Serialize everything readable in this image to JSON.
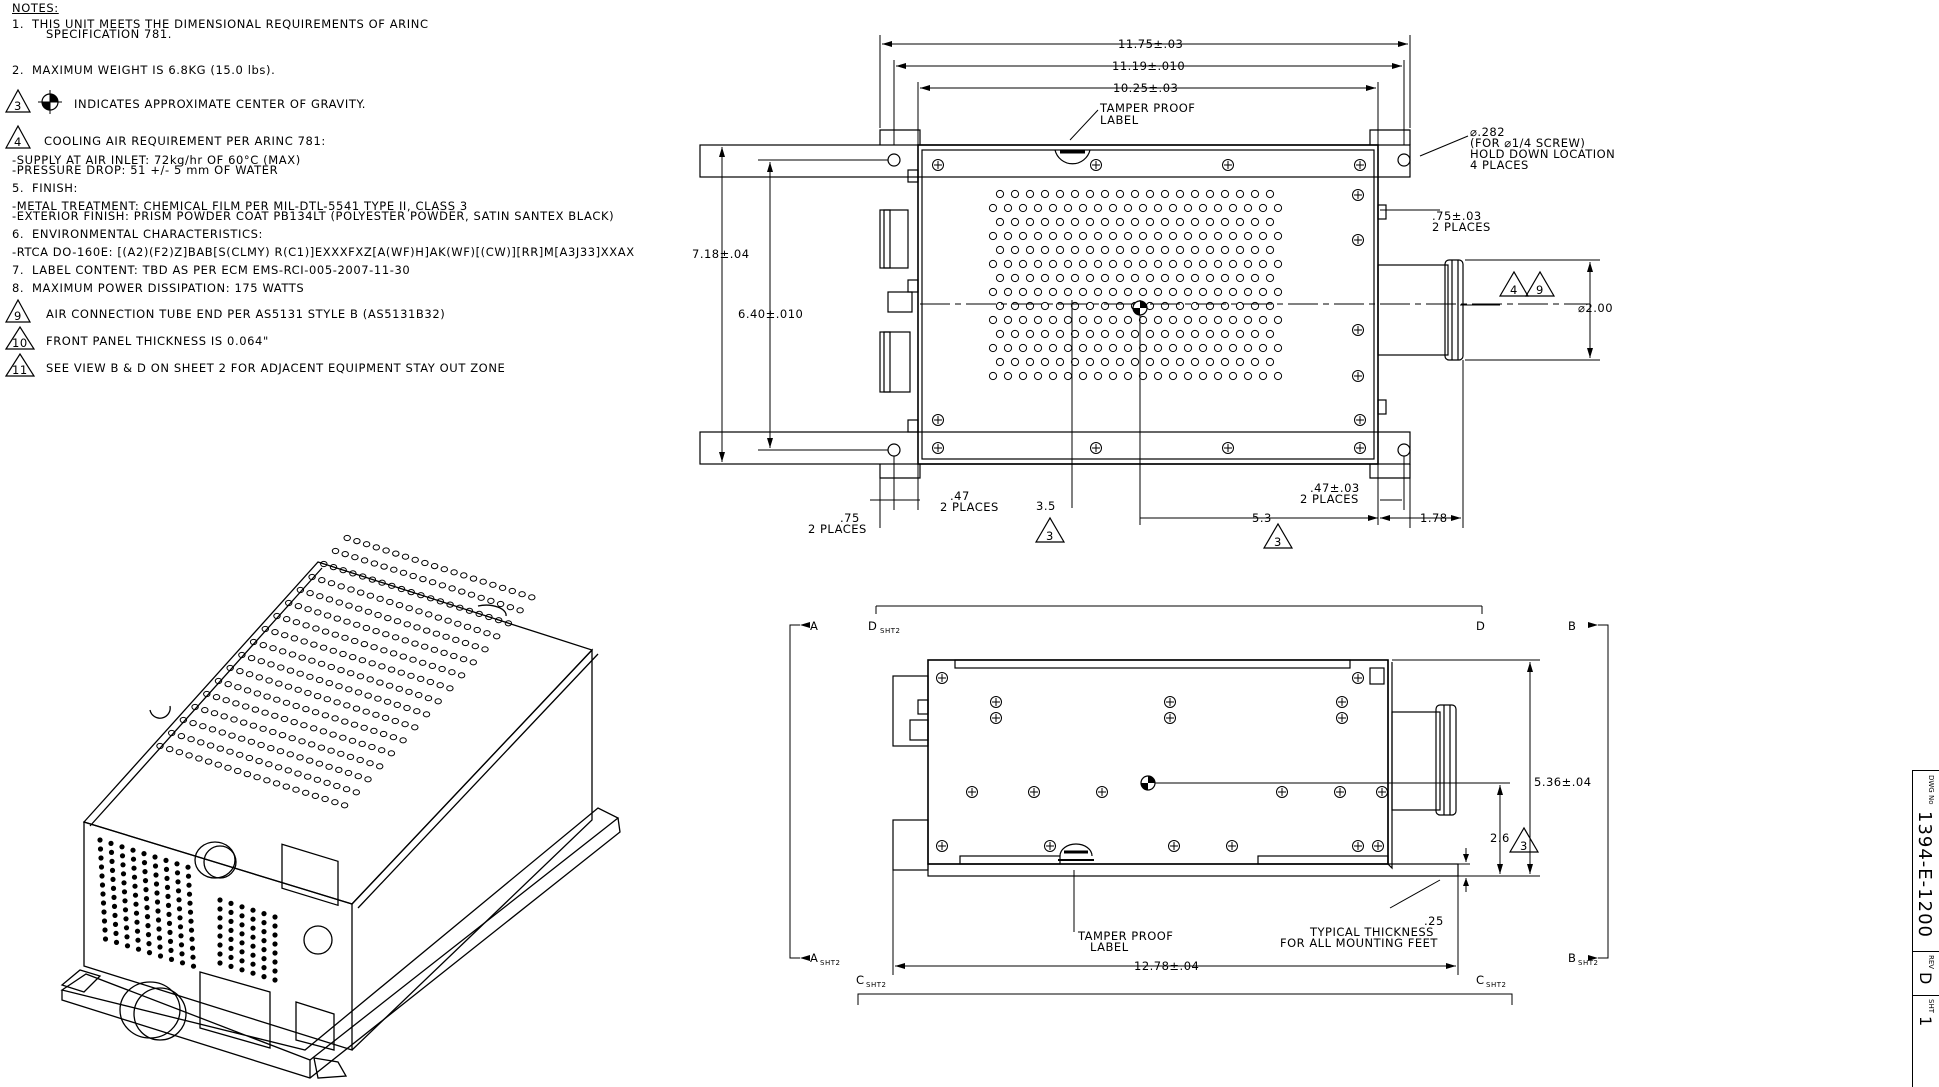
{
  "notes": {
    "heading": "NOTES:",
    "items": [
      {
        "n": "1.",
        "text": "THIS UNIT MEETS THE DIMENSIONAL REQUIREMENTS OF ARINC"
      },
      {
        "n": "",
        "text": "SPECIFICATION 781."
      },
      {
        "n": "2.",
        "text": "MAXIMUM WEIGHT IS 6.8KG (15.0 lbs)."
      },
      {
        "n": "3",
        "text": "INDICATES APPROXIMATE CENTER OF GRAVITY."
      },
      {
        "n": "4",
        "text": "COOLING AIR REQUIREMENT PER ARINC 781:"
      },
      {
        "n": "",
        "text": "-SUPPLY AT AIR INLET: 72kg/hr OF 60°C (MAX)"
      },
      {
        "n": "",
        "text": "-PRESSURE DROP: 51 +/- 5 mm OF WATER"
      },
      {
        "n": "5.",
        "text": "FINISH:"
      },
      {
        "n": "",
        "text": "-METAL TREATMENT: CHEMICAL FILM PER MIL-DTL-5541 TYPE II, CLASS 3"
      },
      {
        "n": "",
        "text": "-EXTERIOR FINISH: PRISM POWDER COAT PB134LT (POLYESTER POWDER, SATIN SANTEX BLACK)"
      },
      {
        "n": "6.",
        "text": "ENVIRONMENTAL CHARACTERISTICS:"
      },
      {
        "n": "",
        "text": "-RTCA DO-160E: [(A2)(F2)Z]BAB[S(CLMY) R(C1)]EXXXFXZ[A(WF)H]AK(WF)[(CW)][RR]M[A3J33]XXAX"
      },
      {
        "n": "7.",
        "text": "LABEL CONTENT: TBD AS PER ECM EMS-RCI-005-2007-11-30"
      },
      {
        "n": "8.",
        "text": "MAXIMUM POWER DISSIPATION: 175 WATTS"
      },
      {
        "n": "9",
        "text": "AIR CONNECTION TUBE END PER AS5131 STYLE B (AS5131B32)"
      },
      {
        "n": "10",
        "text": "FRONT PANEL THICKNESS IS 0.064\""
      },
      {
        "n": "11",
        "text": "SEE VIEW B & D ON SHEET 2 FOR ADJACENT EQUIPMENT STAY OUT ZONE"
      }
    ]
  },
  "top_view": {
    "dim_overall": "11.75±.03",
    "dim_flange": "11.19±.010",
    "dim_body": "10.25±.03",
    "tamper_label_1": "TAMPER PROOF",
    "tamper_label_2": "LABEL",
    "hole_1": "⌀.282",
    "hole_2": "(FOR ⌀1/4 SCREW)",
    "hole_3": "HOLD DOWN LOCATION",
    "hole_4": "4 PLACES",
    "dim_075_right": ".75±.03",
    "places_2a": "2 PLACES",
    "dim_height_outer": "7.18±.04",
    "dim_height_inner": "6.40±.010",
    "dim_tube_dia": "⌀2.00",
    "tri_4": "4",
    "tri_9": "9",
    "dim_047_left": ".47",
    "places_2b": "2 PLACES",
    "dim_075_left": ".75",
    "places_2c": "2 PLACES",
    "dim_35": "3.5",
    "tri_3a": "3",
    "dim_53": "5.3",
    "tri_3b": "3",
    "dim_047_right": ".47±.03",
    "places_2d": "2 PLACES",
    "dim_178": "1.78"
  },
  "side_view": {
    "label_a": "A",
    "label_d_sht2": "D",
    "sub_sht2_1": "SHT2",
    "label_d": "D",
    "label_b": "B",
    "label_a_sht2": "A",
    "sub_sht2_2": "SHT2",
    "label_b_sht2": "B",
    "sub_sht2_3": "SHT2",
    "label_c_sht2_l": "C",
    "sub_sht2_4": "SHT2",
    "label_c_sht2_r": "C",
    "sub_sht2_5": "SHT2",
    "dim_height": "5.36±.04",
    "dim_26": "2.6",
    "tri_3c": "3",
    "dim_025": ".25",
    "thick_1": "TYPICAL THICKNESS",
    "thick_2": "FOR ALL MOUNTING FEET",
    "tamper_1": "TAMPER PROOF",
    "tamper_2": "LABEL",
    "dim_width": "12.78±.04"
  },
  "title_block": {
    "dwg_label": "DWG No",
    "dwg_no": "1394-E-1200",
    "rev_label": "REV",
    "rev": "D",
    "sht_label": "SHT",
    "sht": "1"
  }
}
